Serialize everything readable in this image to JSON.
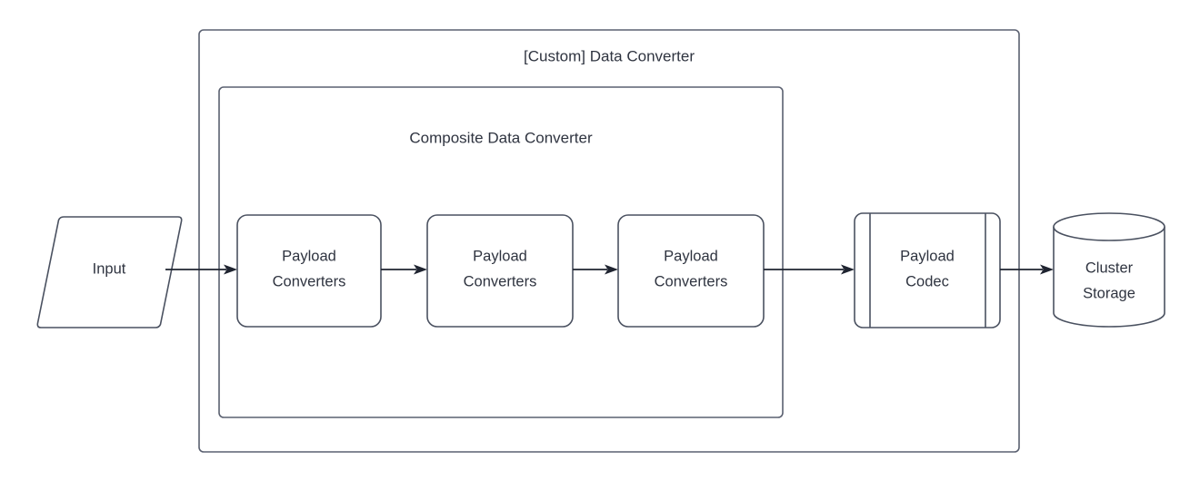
{
  "diagram": {
    "title": "[Custom] Data Converter",
    "outer_container": {
      "label": "[Custom] Data Converter",
      "name": "custom-data-converter-container"
    },
    "inner_container": {
      "label": "Composite Data Converter",
      "name": "composite-data-converter-container"
    },
    "nodes": [
      {
        "id": "input",
        "label": "Input",
        "shape": "parallelogram"
      },
      {
        "id": "payload-converters-1",
        "label_line1": "Payload",
        "label_line2": "Converters",
        "shape": "rounded-rect"
      },
      {
        "id": "payload-converters-2",
        "label_line1": "Payload",
        "label_line2": "Converters",
        "shape": "rounded-rect"
      },
      {
        "id": "payload-converters-3",
        "label_line1": "Payload",
        "label_line2": "Converters",
        "shape": "rounded-rect"
      },
      {
        "id": "payload-codec",
        "label_line1": "Payload",
        "label_line2": "Codec",
        "shape": "predefined-process"
      },
      {
        "id": "cluster-storage",
        "label_line1": "Cluster",
        "label_line2": "Storage",
        "shape": "cylinder"
      }
    ],
    "colors": {
      "stroke": "#4a5160",
      "container_stroke": "#5a6070",
      "text": "#2f3440",
      "arrow": "#1f2430",
      "background": "#ffffff"
    }
  }
}
